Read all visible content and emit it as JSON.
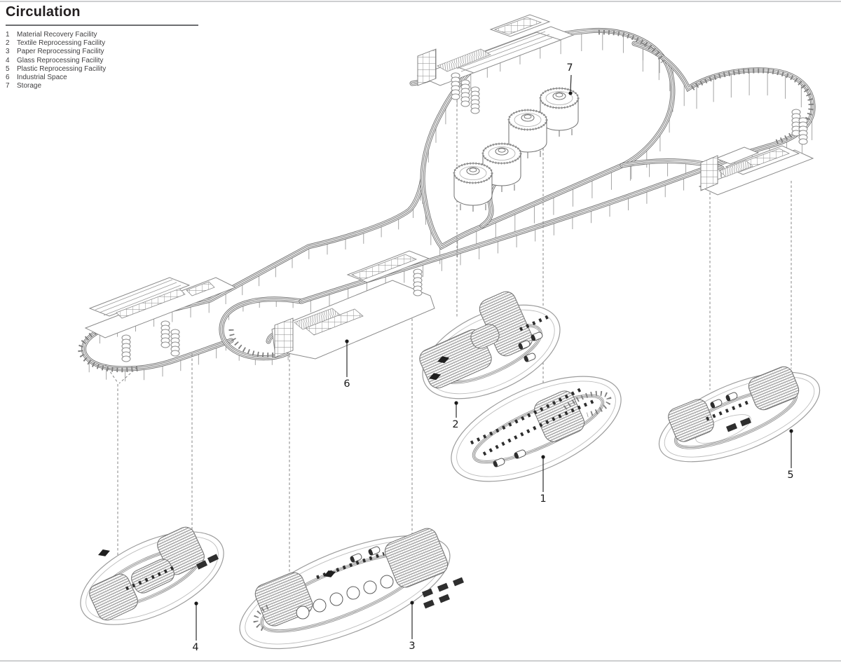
{
  "title": "Circulation",
  "legend": {
    "items": [
      {
        "num": "1",
        "label": "Material Recovery Facility"
      },
      {
        "num": "2",
        "label": "Textile Reprocessing Facility"
      },
      {
        "num": "3",
        "label": "Paper Reprocessing Facility"
      },
      {
        "num": "4",
        "label": "Glass Reprocessing Facility"
      },
      {
        "num": "5",
        "label": "Plastic Reprocessing Facility"
      },
      {
        "num": "6",
        "label": "Industrial Space"
      },
      {
        "num": "7",
        "label": "Storage"
      }
    ]
  },
  "markers": [
    {
      "num": "1"
    },
    {
      "num": "2"
    },
    {
      "num": "3"
    },
    {
      "num": "4"
    },
    {
      "num": "5"
    },
    {
      "num": "6"
    },
    {
      "num": "7"
    }
  ],
  "colors": {
    "line": "#6a6a6a",
    "light_line": "#9b9b9b",
    "text": "#414042",
    "title": "#231f20",
    "marker": "#1a1a1a",
    "background": "#ffffff"
  }
}
